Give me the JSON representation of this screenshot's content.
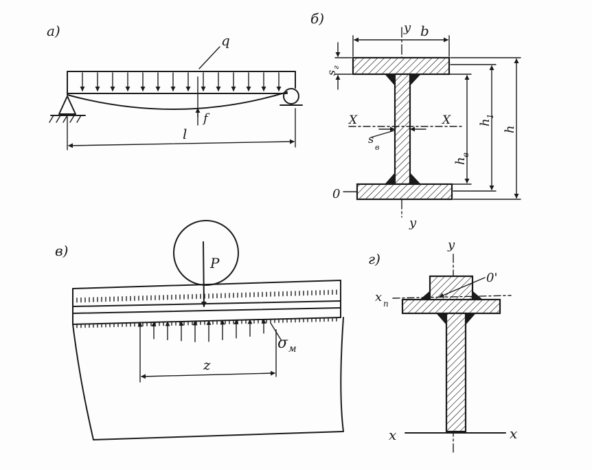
{
  "panels": {
    "a": {
      "label": "а)",
      "load": "q",
      "deflection": "f",
      "span": "l"
    },
    "b": {
      "label": "б)",
      "axis_y_top": "y",
      "flange_width": "b",
      "flange_thickness": "s",
      "flange_thickness_sub": "г",
      "axis_x_left": "X",
      "axis_x_right": "X",
      "web_thickness": "s",
      "web_thickness_sub": "в",
      "web_height": "h",
      "web_height_sub": "в",
      "inner_height": "h",
      "inner_height_sub": "1",
      "total_height": "h",
      "origin": "0",
      "axis_y_bottom": "y"
    },
    "c": {
      "label": "в)",
      "load": "P",
      "stress": "σ",
      "stress_sub": "м",
      "length": "z"
    },
    "d": {
      "label": "г)",
      "axis_y": "y",
      "centroid": "0'",
      "axis_xn": "x",
      "axis_xn_sub": "п",
      "axis_x_left": "x",
      "axis_x_right": "x"
    }
  }
}
